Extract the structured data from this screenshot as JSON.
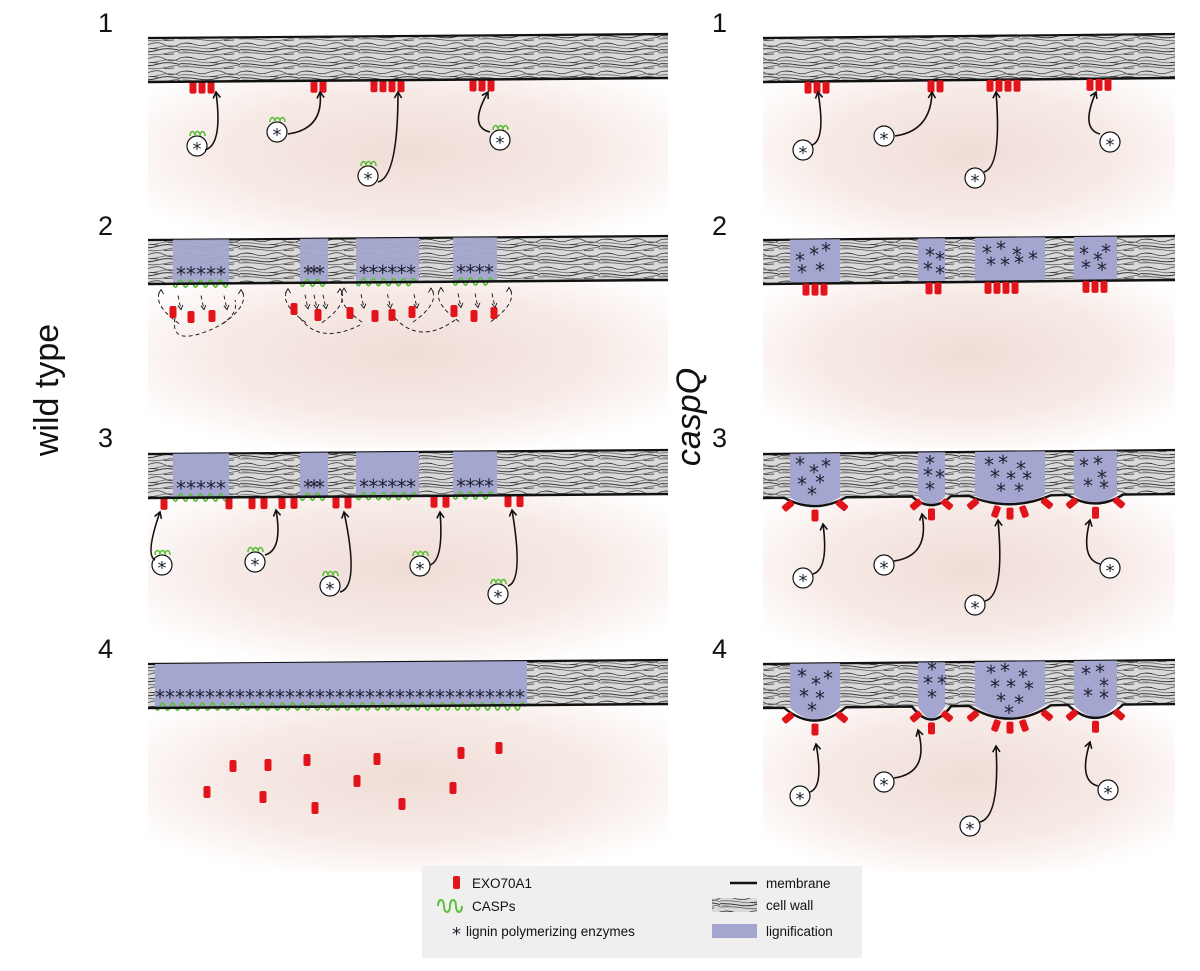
{
  "figure": {
    "condition_left": "wild type",
    "condition_right": "caspQ",
    "colors": {
      "exo70a1": "#e2141b",
      "casp": "#5cbf3a",
      "lignification": "#a5a6cf",
      "membrane": "#111111",
      "cell_wall": "#8a8a8a",
      "cytoplasm": "#f0dcd6"
    },
    "panels": [
      {
        "id": "wt-1",
        "column": "left",
        "step": "1"
      },
      {
        "id": "wt-2",
        "column": "left",
        "step": "2"
      },
      {
        "id": "wt-3",
        "column": "left",
        "step": "3"
      },
      {
        "id": "wt-4",
        "column": "left",
        "step": "4"
      },
      {
        "id": "cq-1",
        "column": "right",
        "step": "1"
      },
      {
        "id": "cq-2",
        "column": "right",
        "step": "2"
      },
      {
        "id": "cq-3",
        "column": "right",
        "step": "3"
      },
      {
        "id": "cq-4",
        "column": "right",
        "step": "4"
      }
    ]
  },
  "legend": {
    "items": [
      {
        "key": "exo70a1",
        "label": "EXO70A1",
        "icon": "red-capsule-icon"
      },
      {
        "key": "casps",
        "label": "CASPs",
        "icon": "green-coil-icon"
      },
      {
        "key": "enzymes",
        "label": "lignin polymerizing enzymes",
        "icon": "asterisk-icon"
      },
      {
        "key": "membrane",
        "label": "membrane",
        "icon": "black-line-icon"
      },
      {
        "key": "cellwall",
        "label": "cell wall",
        "icon": "striped-wall-icon"
      },
      {
        "key": "lignification",
        "label": "lignification",
        "icon": "purple-block-icon"
      }
    ]
  }
}
